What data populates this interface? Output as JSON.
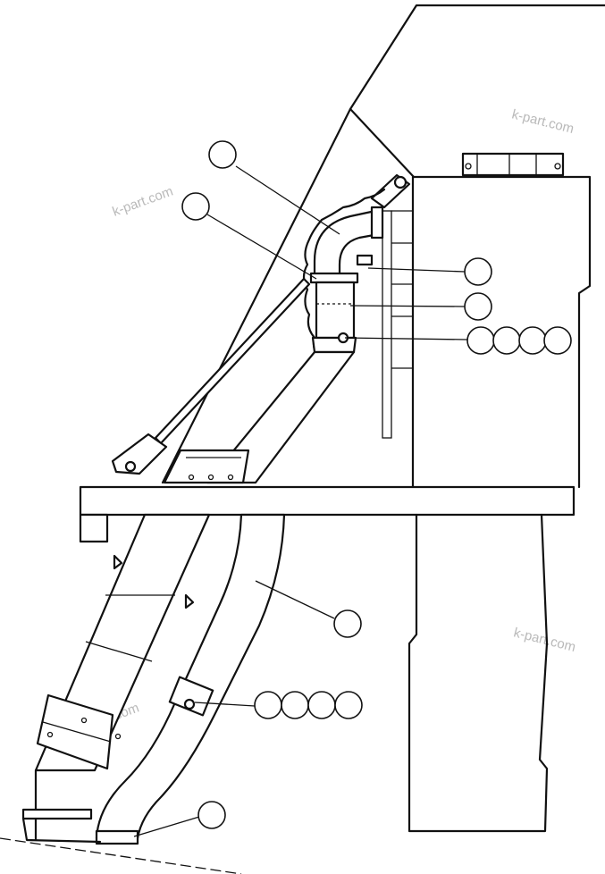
{
  "watermark": {
    "text": "k-part.com"
  },
  "colors": {
    "ink": "#111111",
    "paper": "#ffffff",
    "watermark": "#b9b9b9"
  },
  "callout_groups": [
    {
      "id": "exhaust-elbow-upper",
      "count": 1
    },
    {
      "id": "elbow-clamp",
      "count": 1
    },
    {
      "id": "elbow-bolt",
      "count": 1
    },
    {
      "id": "adapter-tube",
      "count": 1
    },
    {
      "id": "upper-pipe-clamp-set",
      "count": 4
    },
    {
      "id": "lower-exhaust-pipe",
      "count": 1
    },
    {
      "id": "lower-clamp-set",
      "count": 4
    },
    {
      "id": "tail-pipe-band",
      "count": 1
    }
  ]
}
